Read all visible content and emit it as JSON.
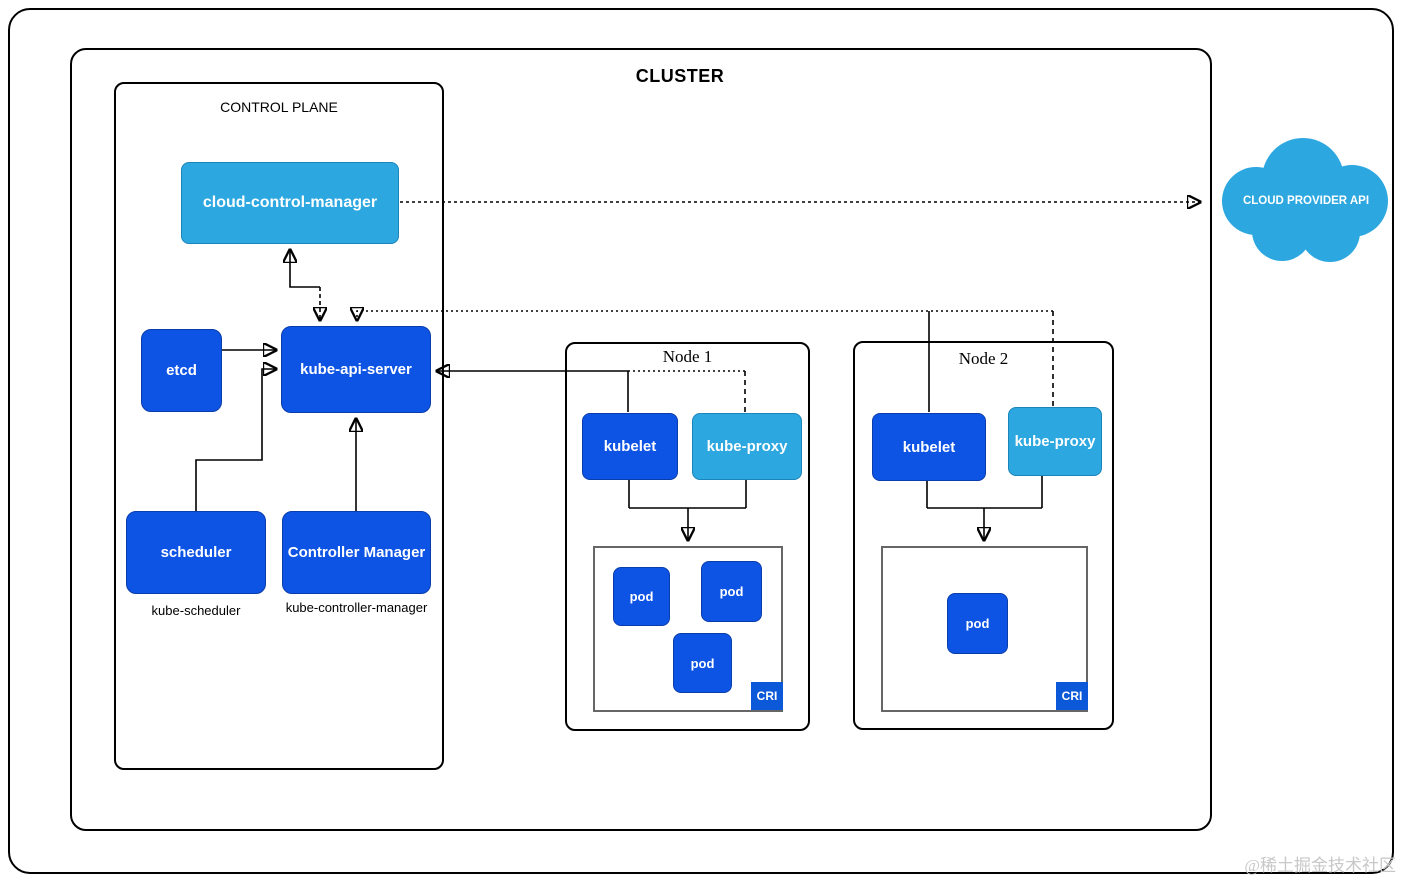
{
  "cluster": {
    "label": "CLUSTER"
  },
  "control_plane": {
    "label": "CONTROL PLANE",
    "cloud_control_manager": "cloud-control-manager",
    "etcd": "etcd",
    "kube_api_server": "kube-api-server",
    "scheduler": "scheduler",
    "controller_manager": "Controller Manager",
    "scheduler_caption": "kube-scheduler",
    "controller_manager_caption": "kube-controller-manager"
  },
  "nodes": [
    {
      "label": "Node 1",
      "kubelet": "kubelet",
      "kube_proxy": "kube-proxy",
      "pods": [
        "pod",
        "pod",
        "pod"
      ],
      "cri": "CRI"
    },
    {
      "label": "Node 2",
      "kubelet": "kubelet",
      "kube_proxy": "kube-proxy",
      "pods": [
        "pod"
      ],
      "cri": "CRI"
    }
  ],
  "cloud": {
    "label": "CLOUD PROVIDER API"
  },
  "watermark": {
    "text": "@稀土掘金技术社区"
  },
  "colors": {
    "primary_blue": "#0e54e4",
    "light_blue": "#2ca7e0",
    "cri_blue": "#0b58d8",
    "pods_border": "#666666",
    "frame_black": "#000000",
    "watermark_gray": "#c8c8c8"
  }
}
